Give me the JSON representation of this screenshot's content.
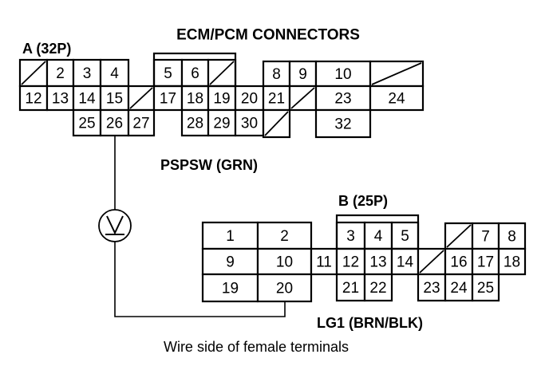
{
  "title": "ECM/PCM CONNECTORS",
  "connector_a": {
    "label": "A (32P)",
    "cells": [
      "2",
      "3",
      "4",
      "5",
      "6",
      "8",
      "9",
      "10",
      "12",
      "13",
      "14",
      "15",
      "17",
      "18",
      "19",
      "20",
      "21",
      "23",
      "24",
      "25",
      "26",
      "27",
      "28",
      "29",
      "30",
      "32"
    ]
  },
  "connector_b": {
    "label": "B (25P)",
    "cells": [
      "1",
      "2",
      "3",
      "4",
      "5",
      "7",
      "8",
      "9",
      "10",
      "11",
      "12",
      "13",
      "14",
      "16",
      "17",
      "18",
      "19",
      "20",
      "21",
      "22",
      "23",
      "24",
      "25"
    ]
  },
  "wire_label_top": "PSPSW (GRN)",
  "wire_label_bottom": "LG1 (BRN/BLK)",
  "meter": {
    "symbol": "V",
    "icon": "voltmeter-icon"
  },
  "probe_points": {
    "positive": "A26",
    "negative": "B20"
  },
  "caption": "Wire side of female terminals"
}
